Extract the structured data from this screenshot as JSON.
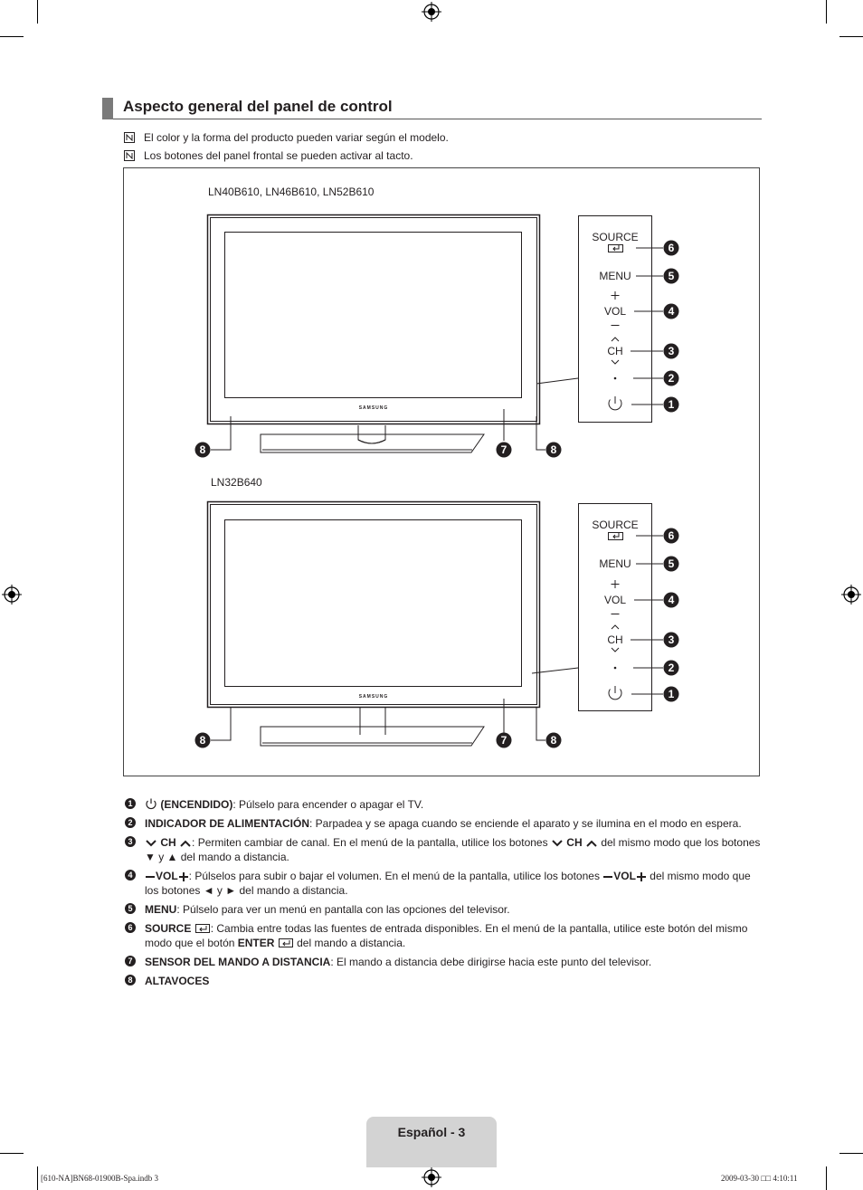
{
  "section": {
    "title": "Aspecto general del panel de control"
  },
  "notes": [
    "El color y la forma del producto pueden variar según el modelo.",
    "Los botones del panel frontal se pueden activar al tacto."
  ],
  "diagram": {
    "models_top": "LN40B610, LN46B610, LN52B610",
    "models_bottom": "LN32B640",
    "brand": "SAMSUNG",
    "panel": {
      "source": "SOURCE",
      "menu": "MENU",
      "vol": "VOL",
      "ch": "CH",
      "plus": "+",
      "minus": "–"
    },
    "callouts": [
      "1",
      "2",
      "3",
      "4",
      "5",
      "6",
      "7",
      "8"
    ]
  },
  "descriptions": {
    "d1_term": "(ENCENDIDO)",
    "d1_text": ": Púlselo para encender o apagar el TV.",
    "d2_term": "INDICADOR DE ALIMENTACIÓN",
    "d2_text": ": Parpadea y se apaga cuando se enciende el aparato y se ilumina en el modo en espera.",
    "d3_term": "CH",
    "d3_text_a": ": Permiten cambiar de canal. En el menú de la pantalla, utilice los botones",
    "d3_term2": "CH",
    "d3_text_b": "del mismo modo que los botones ▼ y ▲ del mando a distancia.",
    "d4_term": "VOL",
    "d4_text_a": ": Púlselos para subir o bajar el volumen. En el menú de la pantalla, utilice los botones",
    "d4_term2": "VOL",
    "d4_text_b": "del mismo modo que los botones ◄ y ► del mando a distancia.",
    "d5_term": "MENU",
    "d5_text": ": Púlselo para ver un menú en pantalla con las opciones del televisor.",
    "d6_term": "SOURCE",
    "d6_text_a": ": Cambia entre todas las fuentes de entrada disponibles. En el menú de la pantalla, utilice este botón del mismo modo que el botón",
    "d6_term2": "ENTER",
    "d6_text_b": "del mando a distancia.",
    "d7_term": "SENSOR DEL MANDO A DISTANCIA",
    "d7_text": ": El mando a distancia debe dirigirse hacia este punto del televisor.",
    "d8_term": "ALTAVOCES"
  },
  "footer": {
    "page_label": "Español - 3",
    "file_slug": "[610-NA]BN68-01900B-Spa.indb   3",
    "date_slug": "2009-03-30   □□ 4:10:11"
  }
}
